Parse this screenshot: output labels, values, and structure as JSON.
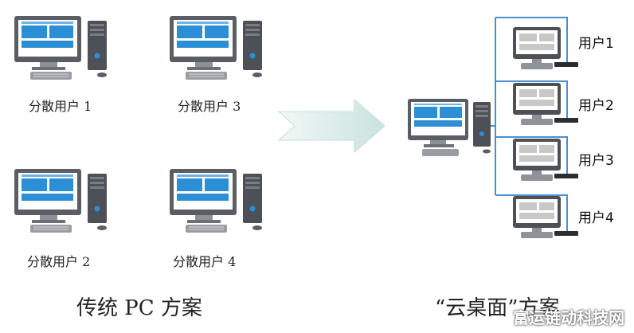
{
  "left_group": {
    "users": [
      {
        "label": "分散用户 1"
      },
      {
        "label": "分散用户 3"
      },
      {
        "label": "分散用户 2"
      },
      {
        "label": "分散用户 4"
      }
    ],
    "caption": "传统 PC 方案"
  },
  "right_group": {
    "users": [
      {
        "label": "用户1"
      },
      {
        "label": "用户2"
      },
      {
        "label": "用户3"
      },
      {
        "label": "用户4"
      }
    ],
    "caption": "“云桌面”方案"
  },
  "watermark": "富运链动科技网",
  "colors": {
    "screen_blue": "#2a8fd6",
    "connector_blue": "#4a8fd0",
    "arrow_fill": "#d7ece8",
    "thin_client_screen": "#c8c8c8"
  }
}
